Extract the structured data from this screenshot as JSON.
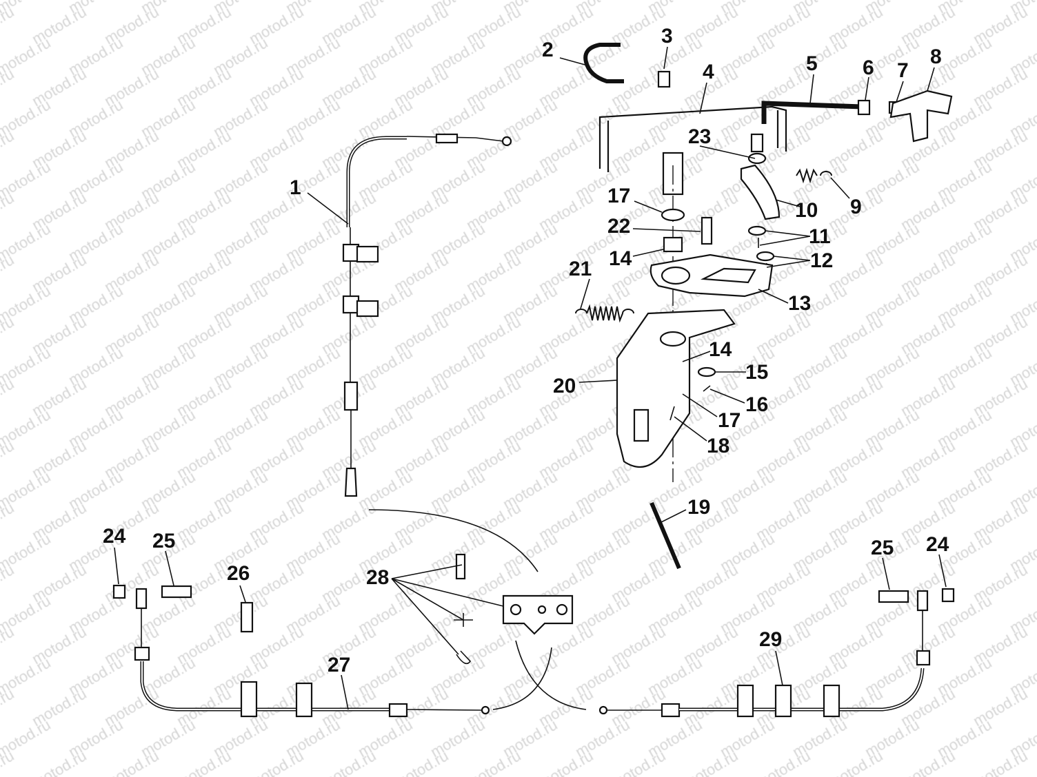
{
  "watermark": "motod.ru",
  "callouts": [
    {
      "id": "1",
      "label": "1"
    },
    {
      "id": "2",
      "label": "2"
    },
    {
      "id": "3",
      "label": "3"
    },
    {
      "id": "4",
      "label": "4"
    },
    {
      "id": "5",
      "label": "5"
    },
    {
      "id": "6",
      "label": "6"
    },
    {
      "id": "7",
      "label": "7"
    },
    {
      "id": "8",
      "label": "8"
    },
    {
      "id": "9",
      "label": "9"
    },
    {
      "id": "10",
      "label": "10"
    },
    {
      "id": "11",
      "label": "11"
    },
    {
      "id": "12",
      "label": "12"
    },
    {
      "id": "13",
      "label": "13"
    },
    {
      "id": "14a",
      "label": "14"
    },
    {
      "id": "14b",
      "label": "14"
    },
    {
      "id": "15",
      "label": "15"
    },
    {
      "id": "16",
      "label": "16"
    },
    {
      "id": "17a",
      "label": "17"
    },
    {
      "id": "17b",
      "label": "17"
    },
    {
      "id": "18",
      "label": "18"
    },
    {
      "id": "19",
      "label": "19"
    },
    {
      "id": "20",
      "label": "20"
    },
    {
      "id": "21",
      "label": "21"
    },
    {
      "id": "22",
      "label": "22"
    },
    {
      "id": "23",
      "label": "23"
    },
    {
      "id": "24a",
      "label": "24"
    },
    {
      "id": "24b",
      "label": "24"
    },
    {
      "id": "25a",
      "label": "25"
    },
    {
      "id": "25b",
      "label": "25"
    },
    {
      "id": "26",
      "label": "26"
    },
    {
      "id": "27",
      "label": "27"
    },
    {
      "id": "28",
      "label": "28"
    },
    {
      "id": "29",
      "label": "29"
    }
  ]
}
